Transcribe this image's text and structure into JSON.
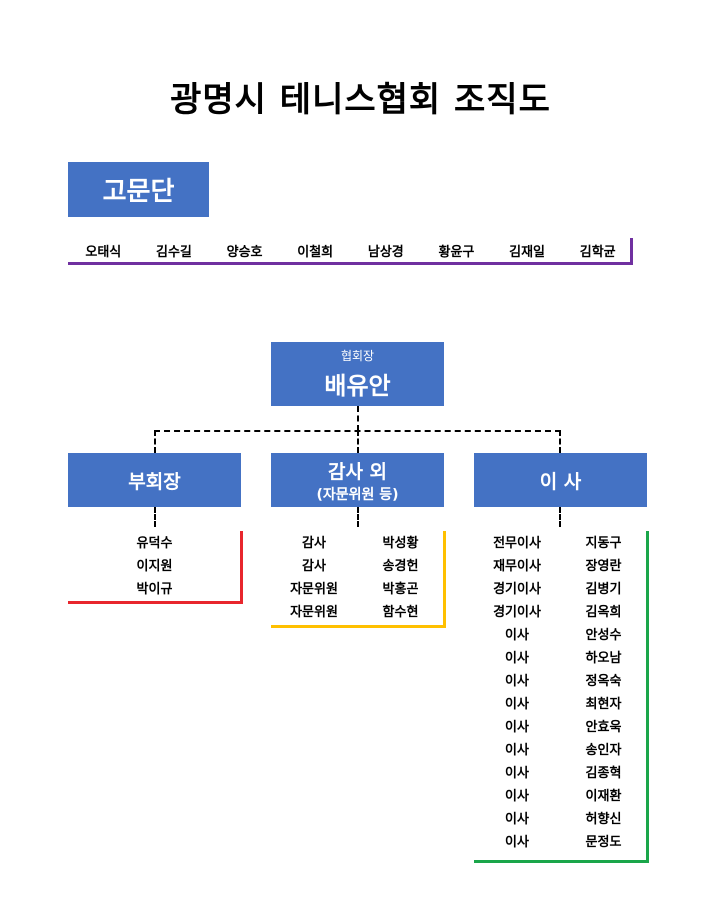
{
  "title": "광명시 테니스협회 조직도",
  "advisors": {
    "heading": "고문단",
    "members": [
      "오태식",
      "김수길",
      "양승호",
      "이철희",
      "남상경",
      "황윤구",
      "김재일",
      "김학균"
    ]
  },
  "president": {
    "role": "협회장",
    "name": "배유안"
  },
  "departments": {
    "vice": {
      "label": "부회장",
      "members": [
        "유덕수",
        "이지원",
        "박이규"
      ]
    },
    "audit": {
      "label": "감사 외",
      "sublabel": "(자문위원 등)",
      "members": [
        {
          "role": "감사",
          "name": "박성황"
        },
        {
          "role": "감사",
          "name": "송경헌"
        },
        {
          "role": "자문위원",
          "name": "박홍곤"
        },
        {
          "role": "자문위원",
          "name": "함수현"
        }
      ]
    },
    "directors": {
      "label": "이 사",
      "members": [
        {
          "role": "전무이사",
          "name": "지동구"
        },
        {
          "role": "재무이사",
          "name": "장영란"
        },
        {
          "role": "경기이사",
          "name": "김병기"
        },
        {
          "role": "경기이사",
          "name": "김옥희"
        },
        {
          "role": "이사",
          "name": "안성수"
        },
        {
          "role": "이사",
          "name": "하오남"
        },
        {
          "role": "이사",
          "name": "정옥숙"
        },
        {
          "role": "이사",
          "name": "최현자"
        },
        {
          "role": "이사",
          "name": "안효욱"
        },
        {
          "role": "이사",
          "name": "송인자"
        },
        {
          "role": "이사",
          "name": "김종혁"
        },
        {
          "role": "이사",
          "name": "이재환"
        },
        {
          "role": "이사",
          "name": "허향신"
        },
        {
          "role": "이사",
          "name": "문정도"
        }
      ]
    }
  },
  "colors": {
    "box": "#4472c4",
    "advisor_line": "#7030a0",
    "vice_line": "#e8262d",
    "audit_line": "#ffc000",
    "director_line": "#1aa64a"
  }
}
